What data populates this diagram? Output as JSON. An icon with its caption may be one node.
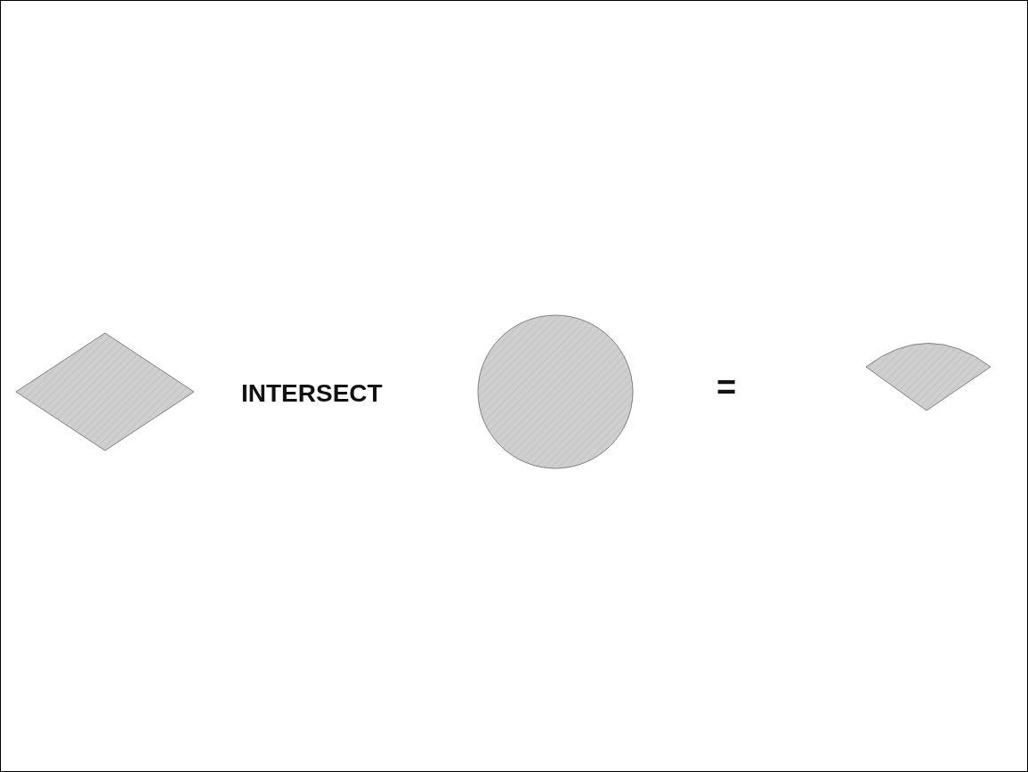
{
  "diagram": {
    "nodes": [
      {
        "text": [],
        "shape": "diamond"
      },
      {
        "text": [],
        "shape": "circle"
      },
      {
        "text": [],
        "shape": "sector"
      }
    ],
    "labels": [
      "INTERSECT",
      "="
    ]
  }
}
